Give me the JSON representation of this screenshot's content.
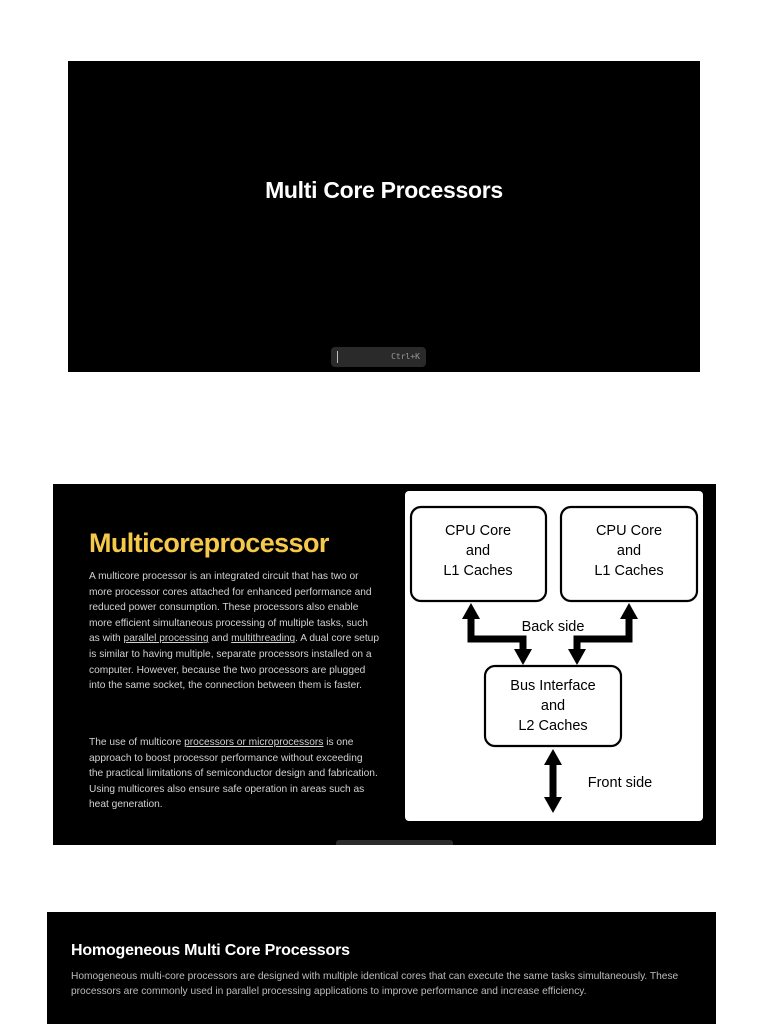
{
  "slide1": {
    "title": "Multi Core Processors",
    "shortcut": "Ctrl+K"
  },
  "slide2": {
    "heading": "Multicoreprocessor",
    "p1_a": "A multicore processor is an integrated circuit that has two or more processor cores attached for enhanced performance and reduced power consumption. These processors also enable more efficient simultaneous processing of multiple tasks, such as with ",
    "p1_link1": "parallel processing",
    "p1_b": " and ",
    "p1_link2": "multithreading",
    "p1_c": ". A dual core setup is similar to having multiple, separate processors installed on a computer. However, because the two processors are plugged into the same socket, the connection between them is faster.",
    "p2_a": "The use of multicore ",
    "p2_link": "processors or microprocessors",
    "p2_b": " is one approach to boost processor performance without exceeding the practical limitations of semiconductor design and fabrication. Using multicores also ensure safe operation in areas such as heat generation.",
    "diagram": {
      "core_left": [
        "CPU Core",
        "and",
        "L1 Caches"
      ],
      "core_right": [
        "CPU Core",
        "and",
        "L1 Caches"
      ],
      "bus": [
        "Bus Interface",
        "and",
        "L2 Caches"
      ],
      "back_side_label": "Back side",
      "front_side_label": "Front side"
    }
  },
  "slide3": {
    "heading": "Homogeneous Multi Core Processors",
    "text": "Homogeneous multi-core processors are designed with multiple identical cores that can execute the same tasks simultaneously. These processors are commonly used in parallel processing applications to improve performance and increase efficiency."
  }
}
